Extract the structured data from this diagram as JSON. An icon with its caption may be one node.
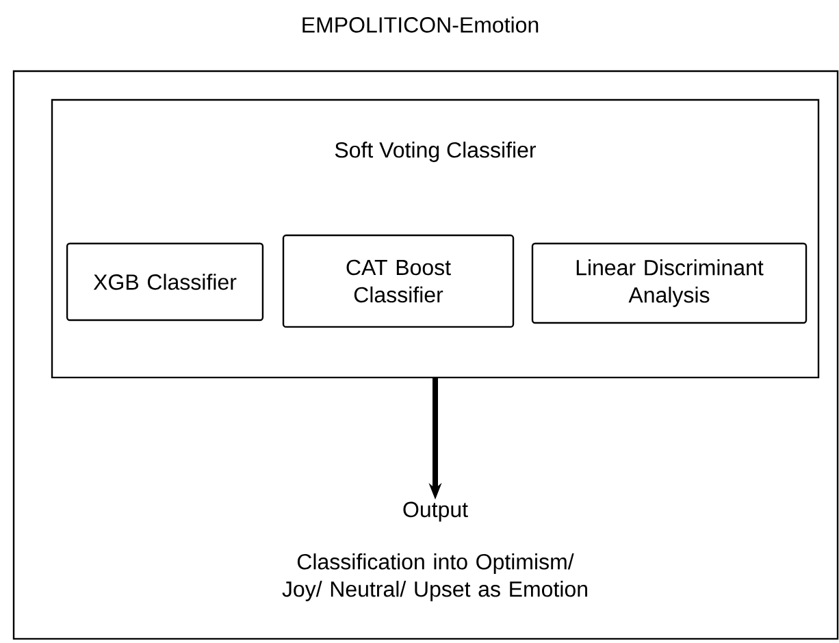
{
  "diagram": {
    "title": "EMPOLITICON-Emotion",
    "nodes": [
      {
        "text": [],
        "shape": "box"
      },
      {
        "text": [
          "Soft Voting Classifier"
        ],
        "in": 0
      },
      {
        "text": [
          "XGB Classifier"
        ],
        "in": 1
      },
      {
        "text": [
          "CAT Boost Classifier"
        ],
        "in": 1
      },
      {
        "text": [
          "Linear Discriminant Analysis"
        ],
        "in": 1
      },
      {
        "text": [
          "Output"
        ],
        "in": 0
      }
    ],
    "edges": [
      {
        "from": 1,
        "to": 5,
        "arrow": "to"
      }
    ],
    "labels": [
      "Classification into Optimism/ Joy/ Neutral/ Upset as Emotion"
    ]
  }
}
